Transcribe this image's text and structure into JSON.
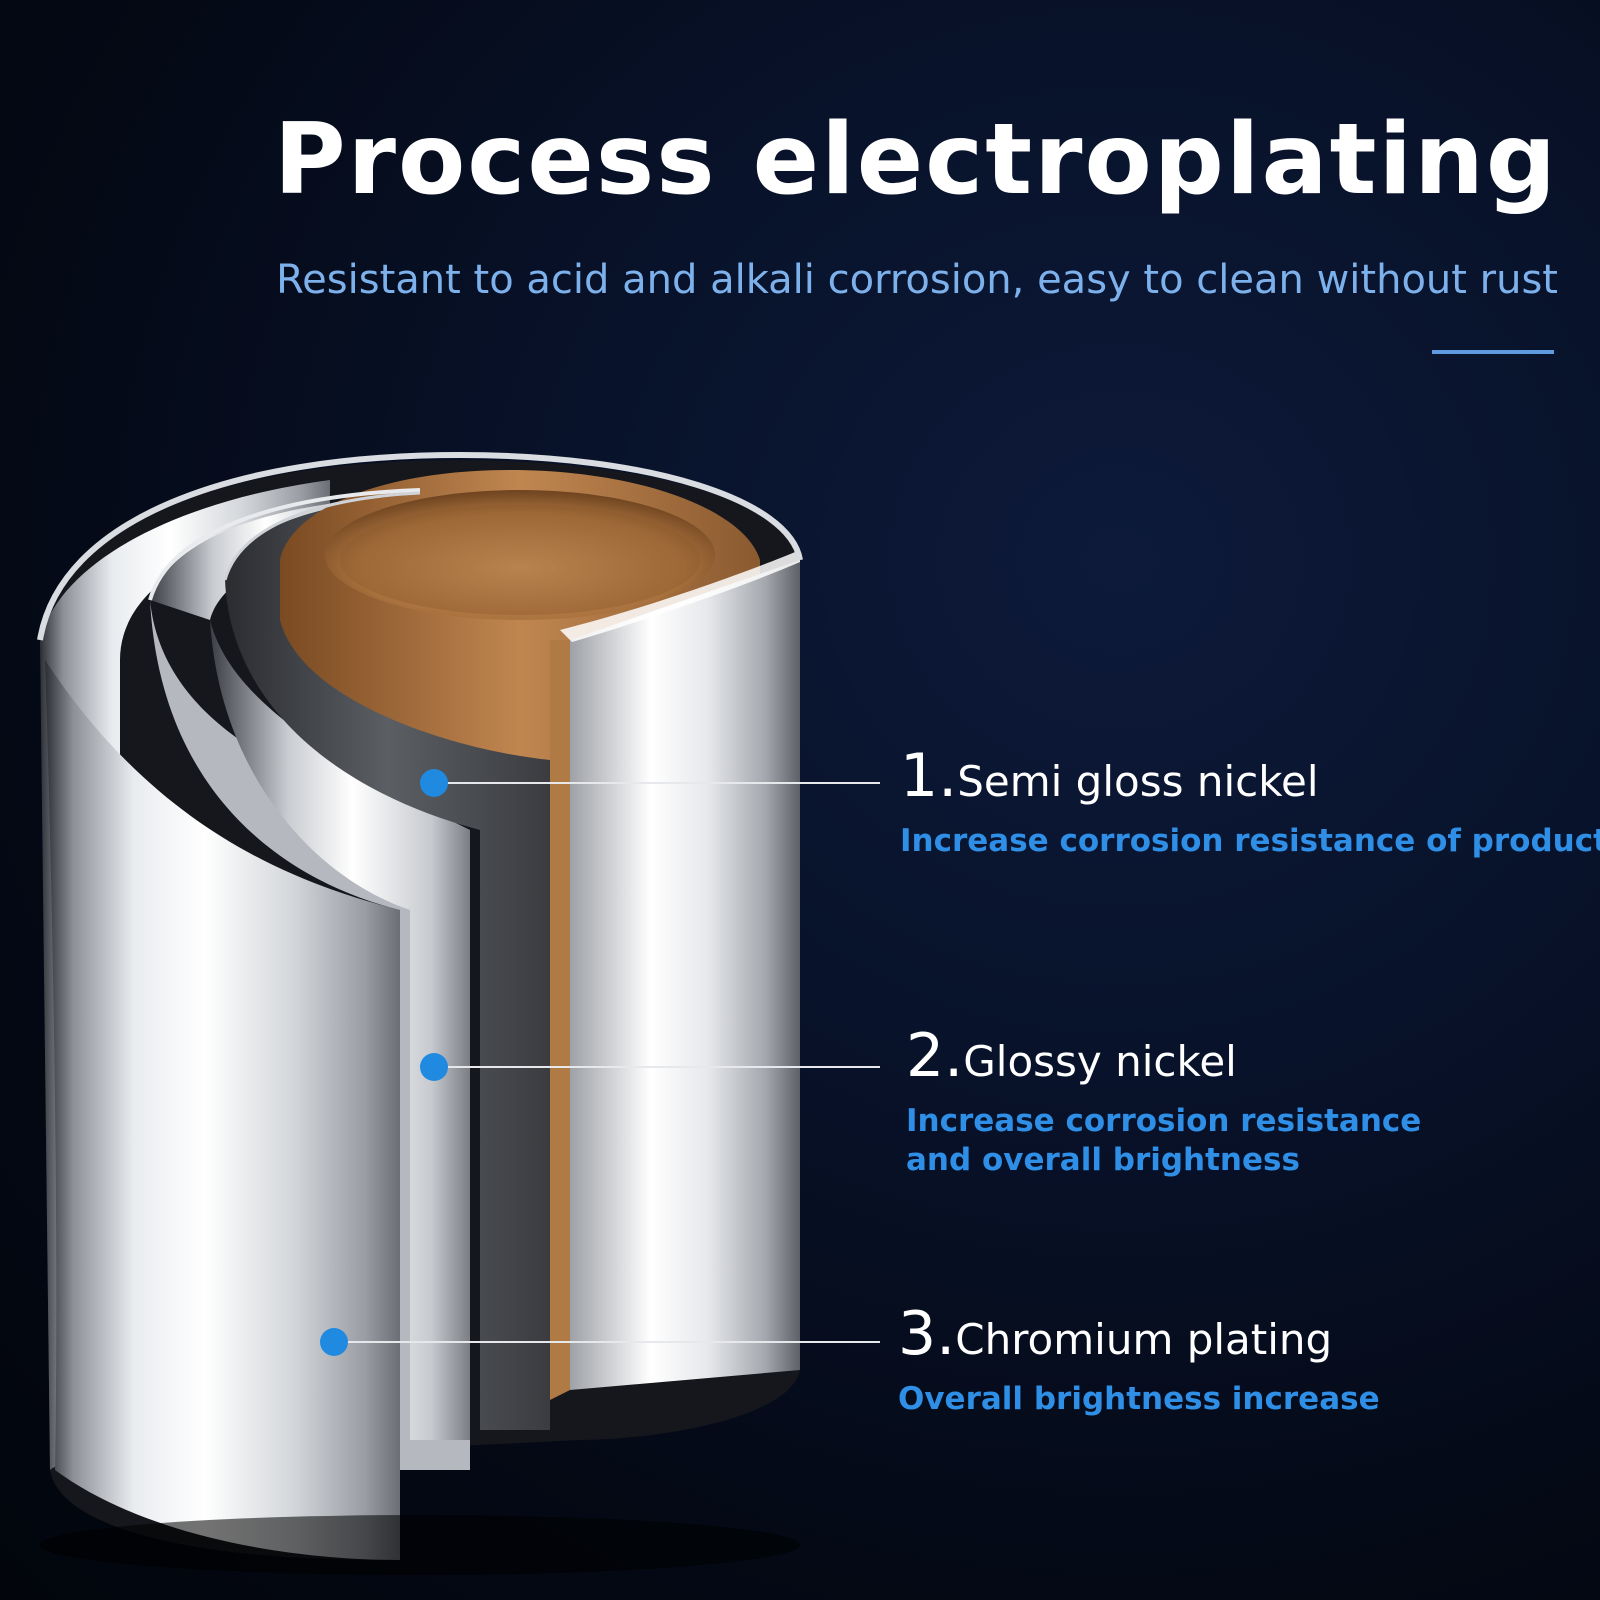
{
  "header": {
    "title": "Process electroplating",
    "subtitle": "Resistant to acid and alkali corrosion, easy to clean without rust"
  },
  "layers": [
    {
      "number": "1.",
      "name": "Semi gloss nickel",
      "description": "Increase corrosion resistance of products"
    },
    {
      "number": "2.",
      "name": "Glossy nickel",
      "description": "Increase corrosion resistance and overall brightness"
    },
    {
      "number": "3.",
      "name": "Chromium plating",
      "description": "Overall brightness increase"
    }
  ],
  "colors": {
    "background": "#050a18",
    "title": "#ffffff",
    "subtitle": "#7db1ec",
    "description": "#2f8ee6",
    "marker": "#1f8ae0",
    "copper": "#b77a42"
  }
}
